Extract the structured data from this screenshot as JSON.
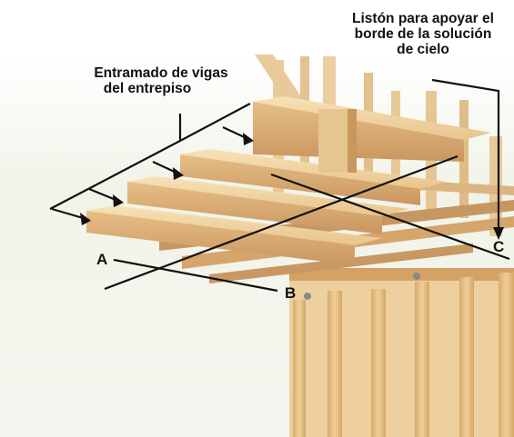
{
  "labels": {
    "joists_line1": "Entramado de vigas",
    "joists_line2": "del entrepiso",
    "strip_line1": "Listón para apoyar el",
    "strip_line2": "borde de la solución",
    "strip_line3": "de cielo"
  },
  "markers": {
    "a": "A",
    "b": "B",
    "c": "C"
  },
  "colors": {
    "wood_light": "#f2d8a8",
    "wood_mid": "#e2bb82",
    "wood_dark": "#c9975d",
    "background_haze": "#eef0e4",
    "line": "#111111"
  }
}
